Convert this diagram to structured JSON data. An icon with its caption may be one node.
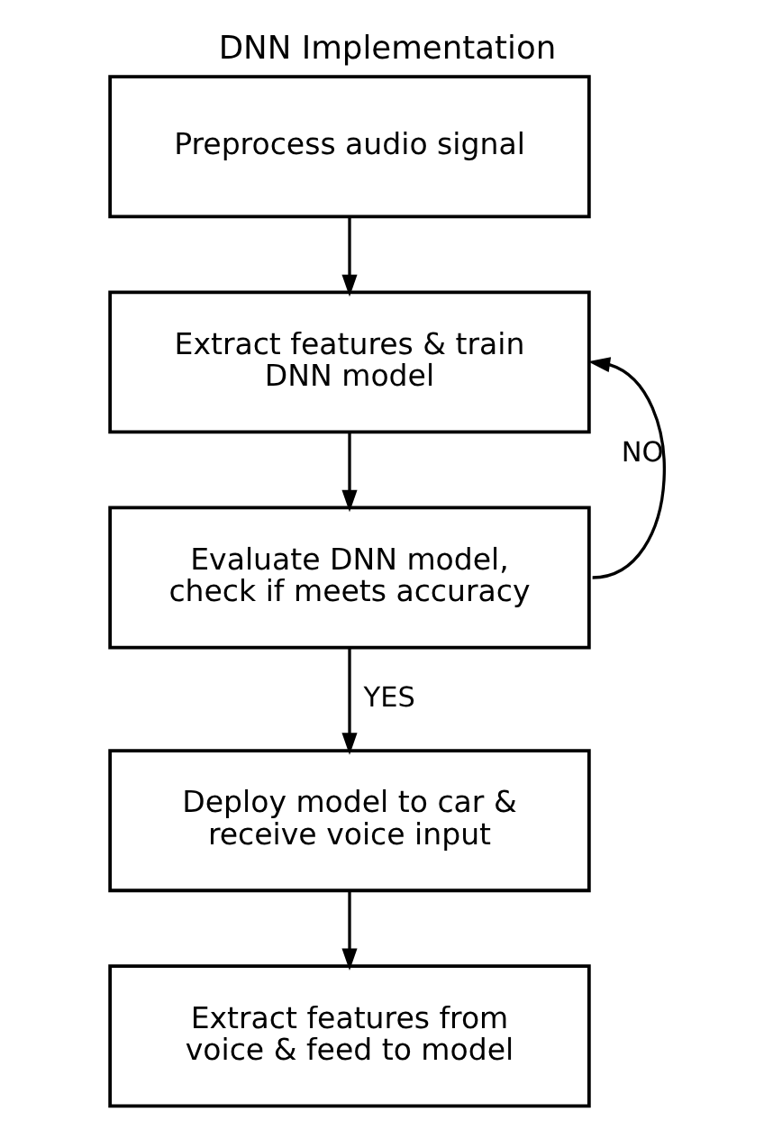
{
  "diagram": {
    "title": "DNN Implementation",
    "nodes": [
      {
        "text": [
          "Preprocess audio signal"
        ]
      },
      {
        "text": [
          "Extract features & train DNN model"
        ]
      },
      {
        "text": [
          "Evaluate DNN model, check if meets accuracy"
        ]
      },
      {
        "text": [
          "Deploy model to car & receive voice input"
        ]
      },
      {
        "text": [
          "Extract features from voice & feed to model"
        ]
      }
    ],
    "edges": [
      {
        "from": 0,
        "to": 1,
        "arrow": "to"
      },
      {
        "from": 1,
        "to": 2,
        "arrow": "to"
      },
      {
        "from": 2,
        "to": 1,
        "arrow": "to",
        "label": "NO"
      },
      {
        "from": 2,
        "to": 3,
        "arrow": "to",
        "label": "YES"
      },
      {
        "from": 3,
        "to": 4,
        "arrow": "to"
      }
    ]
  }
}
